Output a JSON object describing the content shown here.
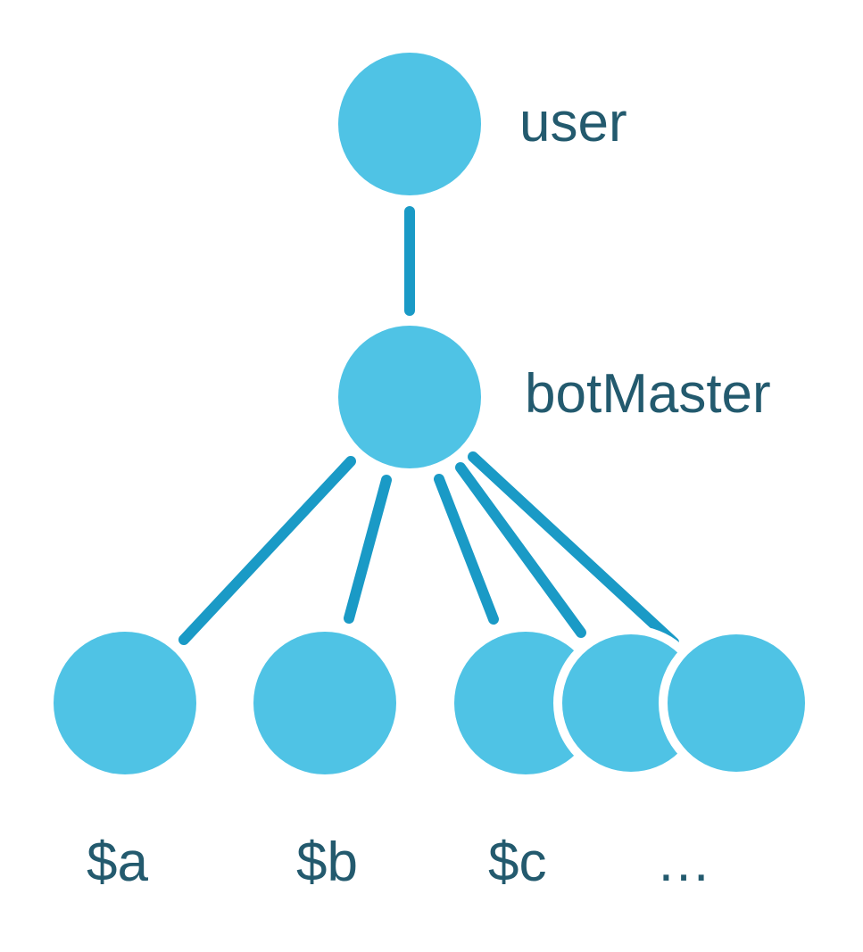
{
  "diagram": {
    "type": "tree",
    "nodes": {
      "root": "user",
      "middle": "botMaster",
      "children": [
        "$a",
        "$b",
        "$c",
        "…"
      ]
    },
    "edges": [
      [
        "user",
        "botMaster"
      ],
      [
        "botMaster",
        "$a"
      ],
      [
        "botMaster",
        "$b"
      ],
      [
        "botMaster",
        "$c"
      ],
      [
        "botMaster",
        "…"
      ],
      [
        "botMaster",
        "…"
      ]
    ]
  },
  "colors": {
    "node": "#4FC3E5",
    "edge": "#1A9AC6",
    "text": "#235A6E"
  }
}
